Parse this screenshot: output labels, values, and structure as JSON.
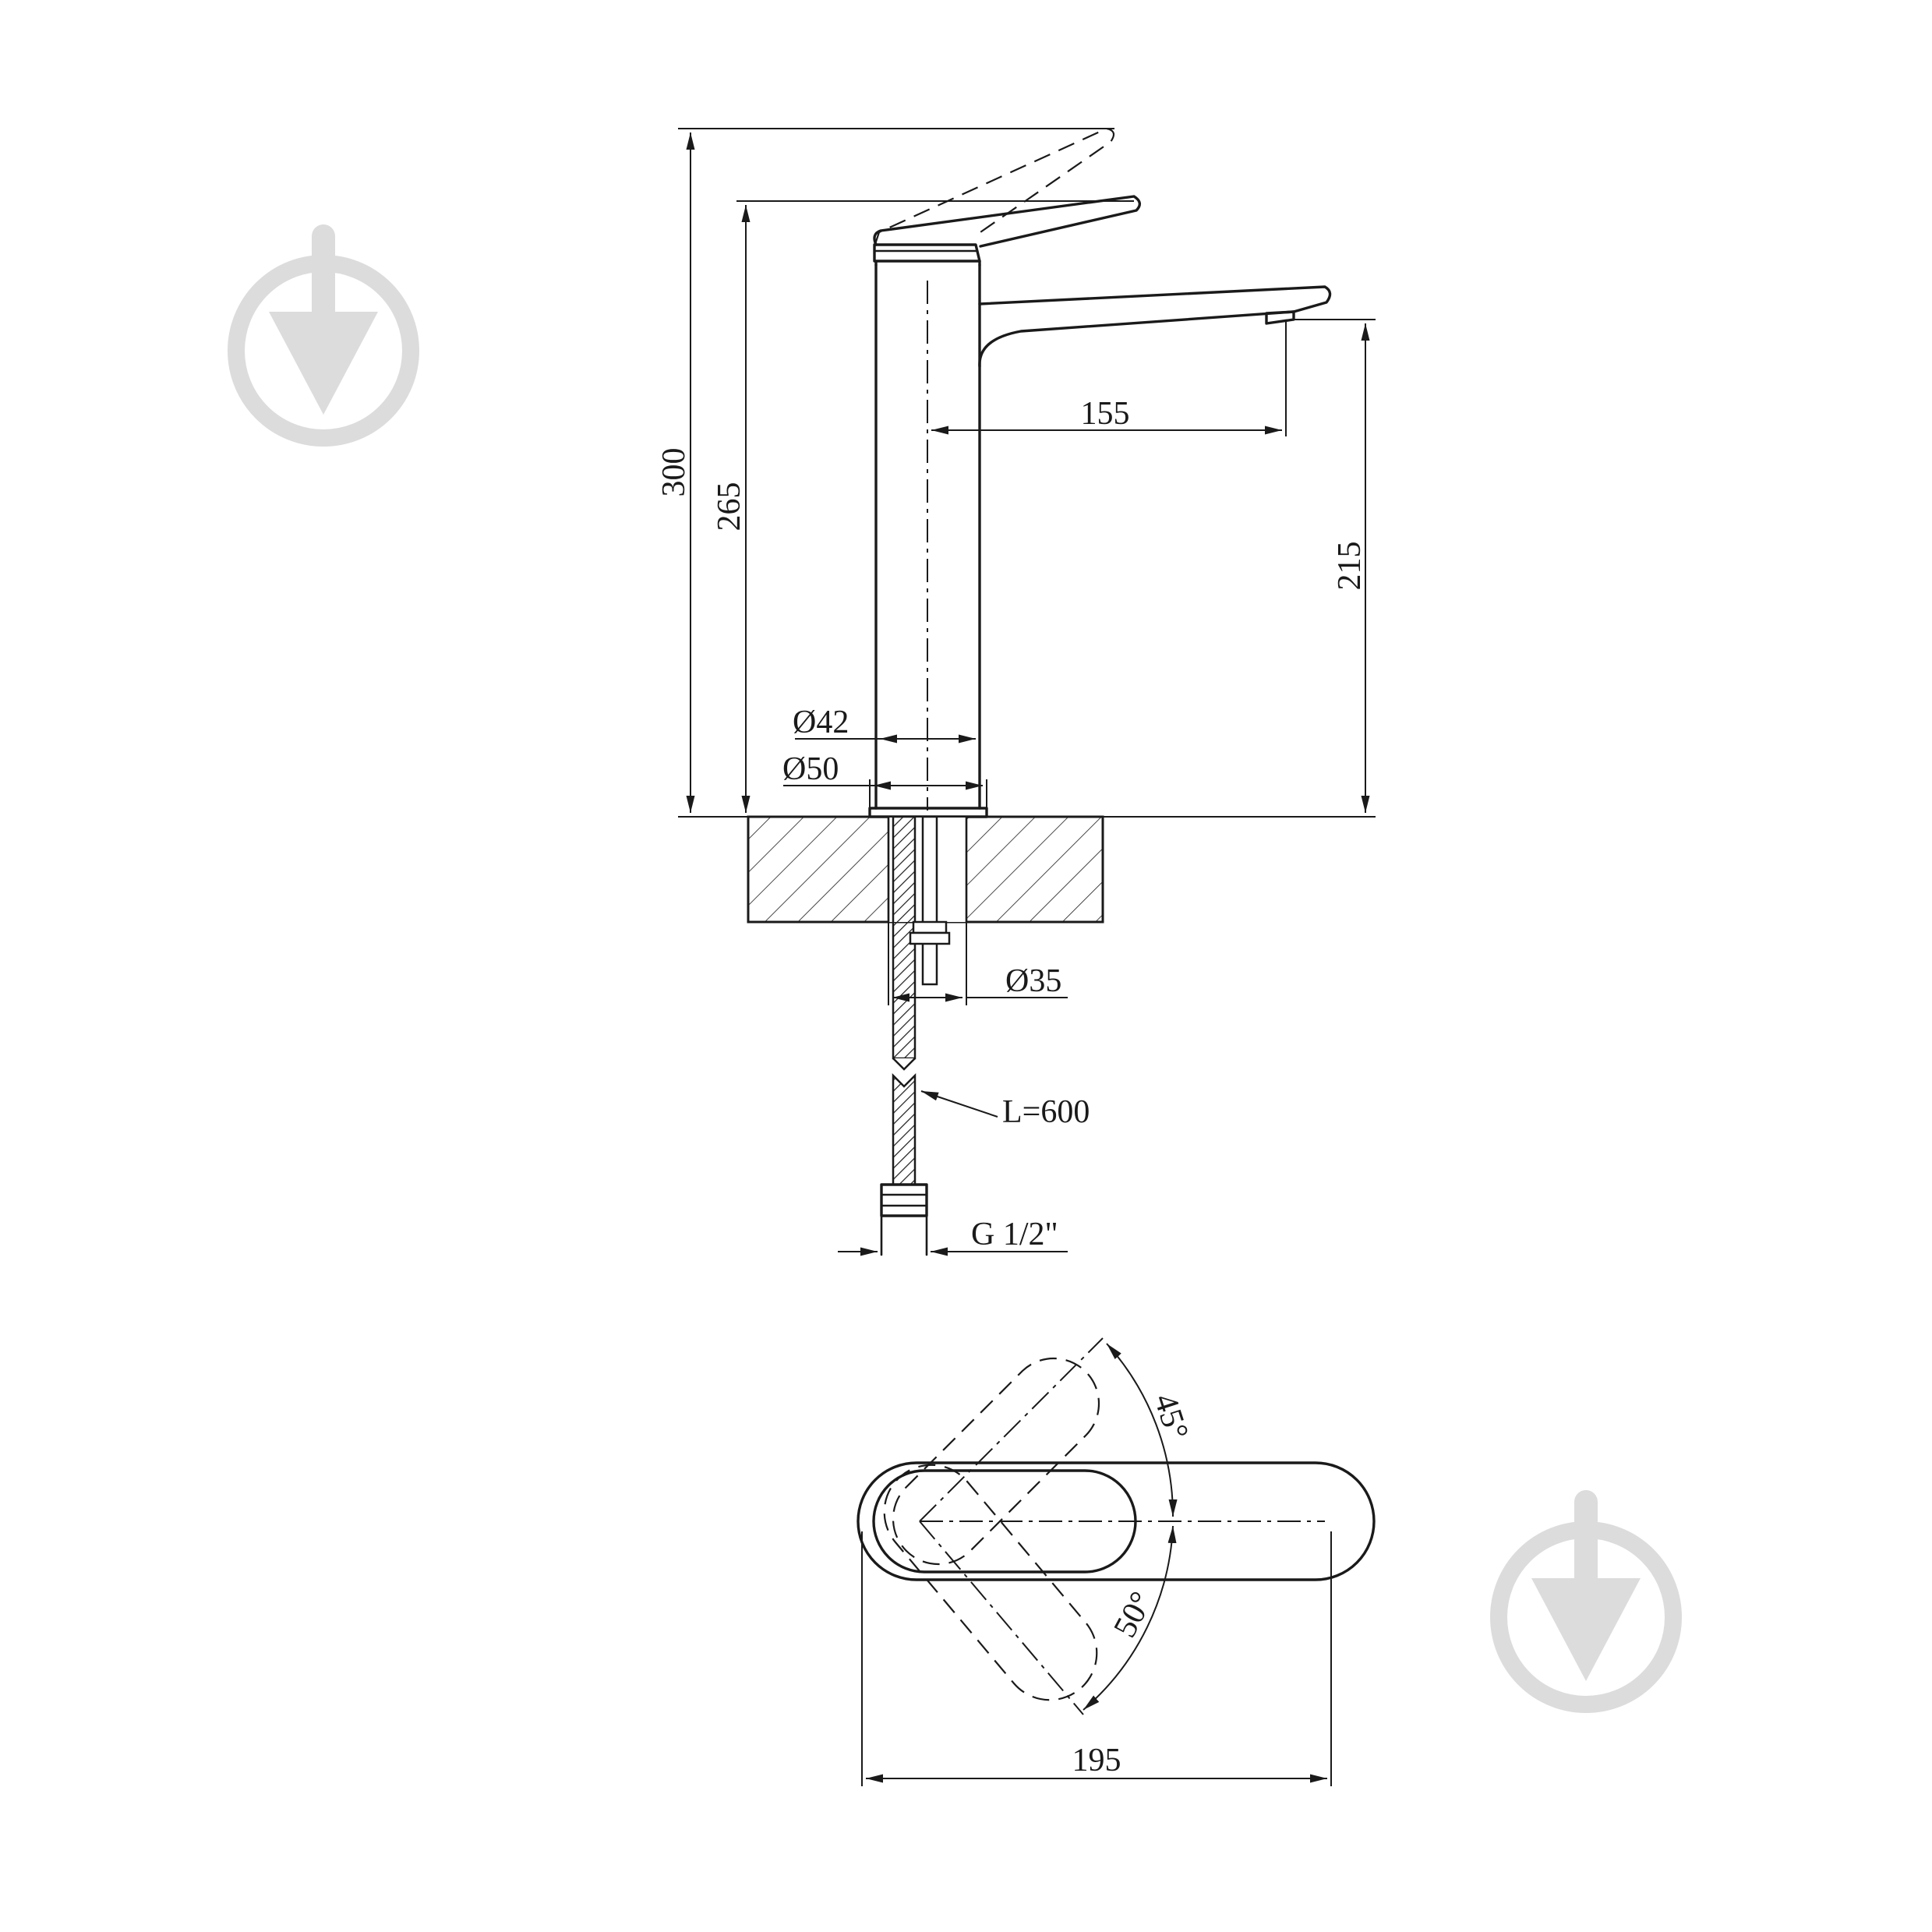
{
  "dimensions": {
    "total_height": "300",
    "handle_height": "265",
    "spout_height": "215",
    "spout_reach": "155",
    "body_diameter": "Ø42",
    "base_diameter": "Ø50",
    "hole_diameter": "Ø35",
    "hose_length": "L=600",
    "connection_thread": "G 1/2\"",
    "plan_width": "195",
    "lever_angle_up": "45°",
    "lever_angle_down": "50°"
  },
  "colors": {
    "line": "#1a1a1a",
    "watermark": "#dcdcdc",
    "background": "#ffffff"
  },
  "icons": [
    "watermark-logo-icon"
  ]
}
